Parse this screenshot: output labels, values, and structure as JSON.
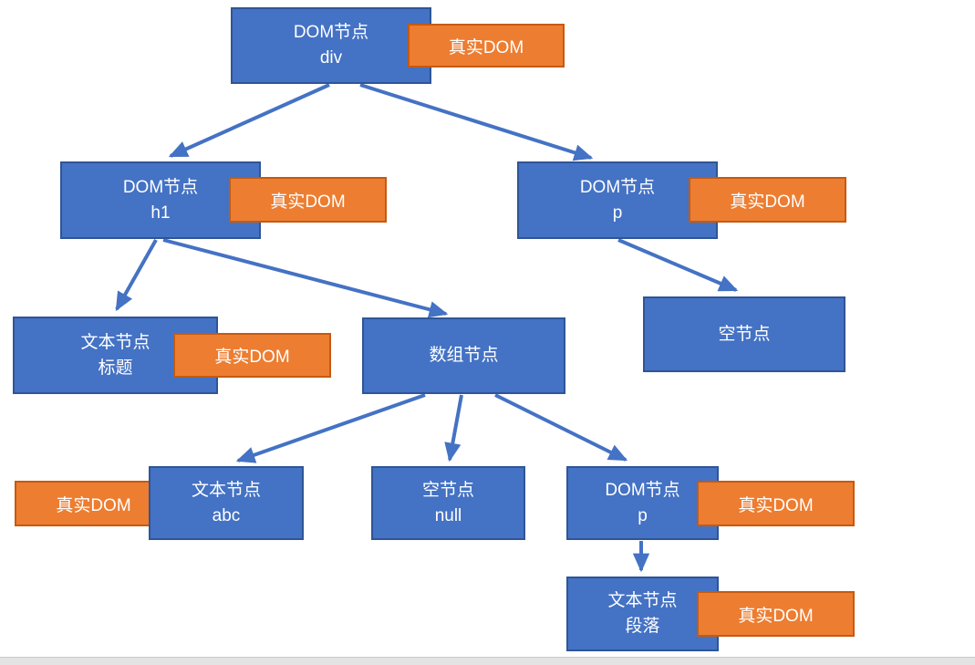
{
  "diagram": {
    "title_implicit": "virtual-dom-tree",
    "badge_label": "真实DOM",
    "colors": {
      "node_fill": "#4472C4",
      "node_border": "#2F5597",
      "badge_fill": "#ED7D31",
      "badge_border": "#C55A11",
      "arrow": "#4472C4",
      "bottom_strip": "#e3e3e3"
    },
    "nodes": {
      "root": {
        "line1": "DOM节点",
        "line2": "div"
      },
      "h1": {
        "line1": "DOM节点",
        "line2": "h1"
      },
      "p": {
        "line1": "DOM节点",
        "line2": "p"
      },
      "text_title": {
        "line1": "文本节点",
        "line2": "标题"
      },
      "array": {
        "line1": "数组节点"
      },
      "empty": {
        "line1": "空节点"
      },
      "text_abc": {
        "line1": "文本节点",
        "line2": "abc"
      },
      "empty_null": {
        "line1": "空节点",
        "line2": "null"
      },
      "dom_p2": {
        "line1": "DOM节点",
        "line2": "p"
      },
      "text_para": {
        "line1": "文本节点",
        "line2": "段落"
      }
    },
    "edges": [
      {
        "from": "root",
        "to": "h1"
      },
      {
        "from": "root",
        "to": "p"
      },
      {
        "from": "h1",
        "to": "text_title"
      },
      {
        "from": "h1",
        "to": "array"
      },
      {
        "from": "p",
        "to": "empty"
      },
      {
        "from": "array",
        "to": "text_abc"
      },
      {
        "from": "array",
        "to": "empty_null"
      },
      {
        "from": "array",
        "to": "dom_p2"
      },
      {
        "from": "dom_p2",
        "to": "text_para"
      }
    ]
  }
}
